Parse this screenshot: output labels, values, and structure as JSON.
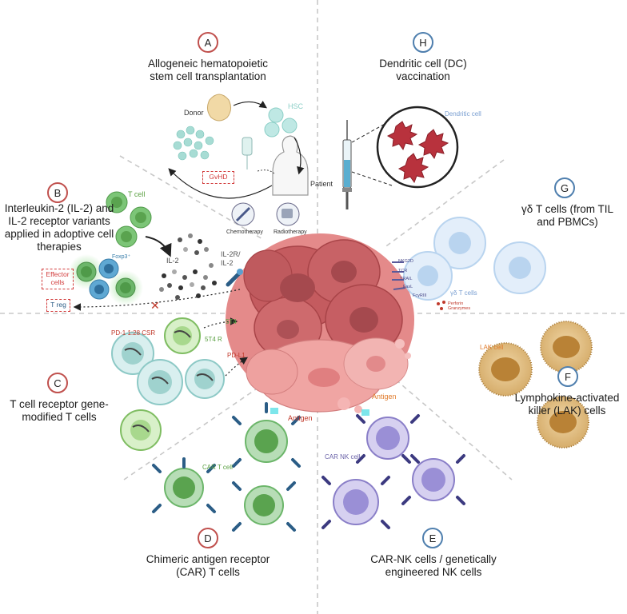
{
  "colors": {
    "badge_red": "#c0504d",
    "badge_blue": "#4f7fae",
    "tumor": "#c85a5f",
    "tumor_light": "#f1a7a4",
    "t_cell": "#6cb66a",
    "car_receptor": "#2b5d86",
    "nk_cell": "#8a7fc8",
    "lak_cell": "#b98236",
    "gd_cell": "#b9d4ef",
    "dc_cell": "#b8323d",
    "label_red": "#c0392b",
    "label_green": "#5aa042",
    "label_orange": "#e07b2c",
    "label_blue": "#7a9fd1"
  },
  "sections": {
    "A": {
      "letter": "A",
      "title_lines": [
        "Allogeneic hematopoietic",
        "stem cell transplantation"
      ]
    },
    "B": {
      "letter": "B",
      "title_lines": [
        "Interleukin-2 (IL-2) and",
        "IL-2 receptor variants",
        "applied in adoptive cell",
        "therapies"
      ]
    },
    "C": {
      "letter": "C",
      "title_lines": [
        "T cell receptor gene-",
        "modified T cells"
      ]
    },
    "D": {
      "letter": "D",
      "title_lines": [
        "Chimeric antigen receptor",
        "(CAR) T cells"
      ]
    },
    "E": {
      "letter": "E",
      "title_lines": [
        "CAR-NK cells / genetically",
        "engineered NK cells"
      ]
    },
    "F": {
      "letter": "F",
      "title_lines": [
        "Lymphokine-activated",
        "killer (LAK) cells"
      ]
    },
    "G": {
      "letter": "G",
      "title_lines": [
        "γδ T cells (from TIL",
        "and PBMCs)"
      ]
    },
    "H": {
      "letter": "H",
      "title_lines": [
        "Dendritic cell (DC)",
        "vaccination"
      ]
    }
  },
  "labels": {
    "donor": "Donor",
    "hsc": "HSC",
    "patient": "Patient",
    "gvhd": "GvHD",
    "chemotherapy": "Chemotherapy",
    "radiotherapy": "Radiotherapy",
    "t_cell": "T cell",
    "foxp3": "Foxp3⁺",
    "il2": "IL-2",
    "il2r_il2": [
      "IL-2R/",
      "IL-2"
    ],
    "effector_cells": [
      "Effector",
      "cells"
    ],
    "t_reg": "T reg",
    "pd1_csr": "PD-1 1:28 CSR",
    "fivet4": "5T4",
    "fivet4r": "5T4 R",
    "pdl1": "PD-L1",
    "antigen_left": "Antigen",
    "antigen_right": "Antigen",
    "car_t_cell": "CAR T cell",
    "car_nk_cell": "CAR NK cell",
    "lak_cell": "LAK cell",
    "gd_t_cells": "γδ T cells",
    "dendritic_cell": "Dendritic cell",
    "nkg2d": "NKG2D",
    "tcr": "TCR",
    "trail": "TRAIL",
    "fasl": "FasL",
    "fcgr3": "FcγRIII",
    "perforin": [
      "Perforin",
      "Granzymes"
    ]
  }
}
